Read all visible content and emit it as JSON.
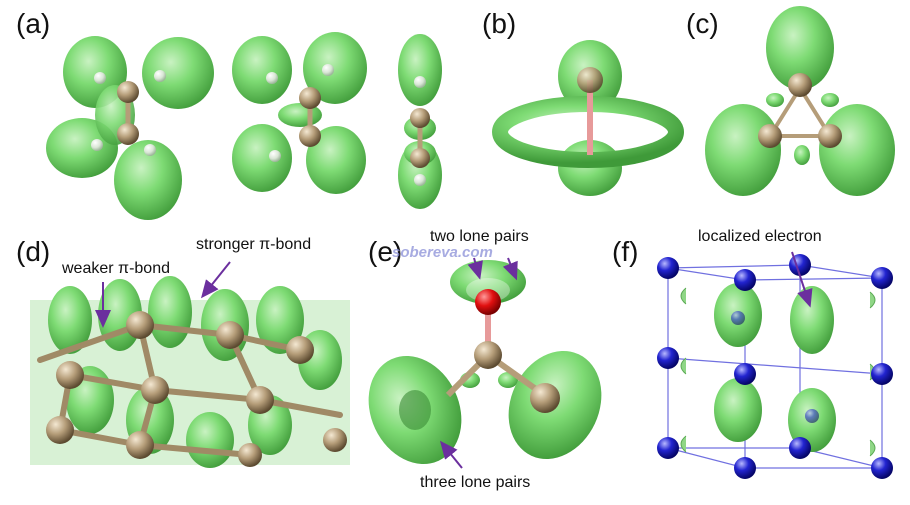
{
  "panels": {
    "a": "(a)",
    "b": "(b)",
    "c": "(c)",
    "d": "(d)",
    "e": "(e)",
    "f": "(f)"
  },
  "annotations": {
    "stronger_pi": "stronger π-bond",
    "weaker_pi": "weaker π-bond",
    "two_lone_pairs": "two lone pairs",
    "three_lone_pairs": "three lone pairs",
    "localized_electron": "localized electron"
  },
  "watermark": "sobereva.com",
  "colors": {
    "isosurface": "#6fd468",
    "carbon": "#b19a78",
    "oxygen": "#e10f0f",
    "electride_atom": "#1f20c8",
    "arrow": "#6b2f9e",
    "cell_edge": "#7070e0"
  }
}
